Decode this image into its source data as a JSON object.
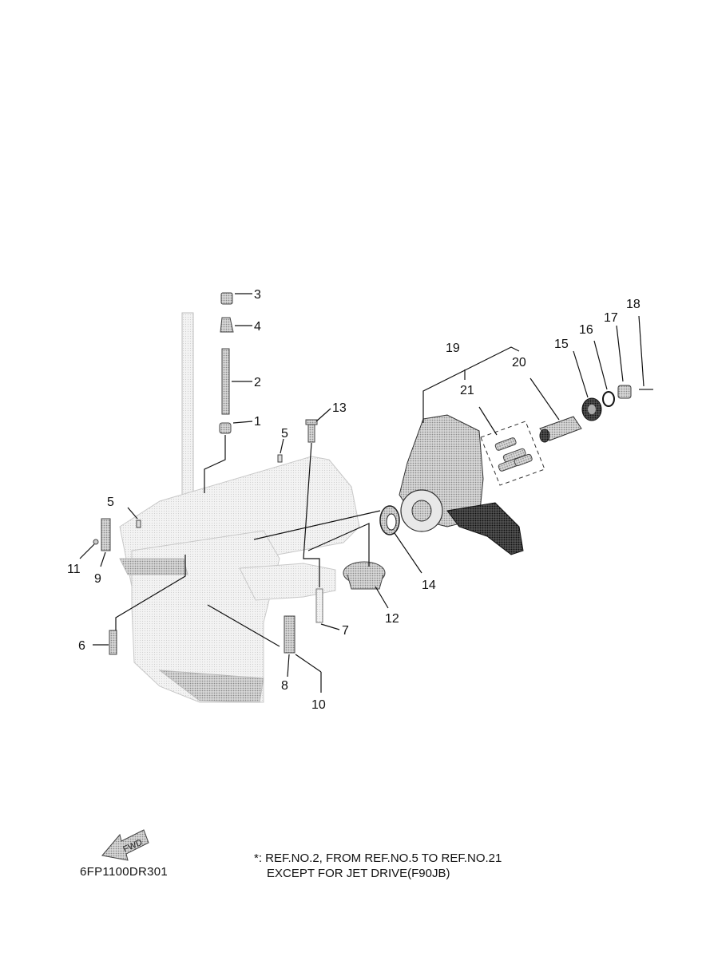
{
  "diagram": {
    "callouts": [
      {
        "id": "1",
        "text": "1"
      },
      {
        "id": "2",
        "text": "2"
      },
      {
        "id": "3",
        "text": "3"
      },
      {
        "id": "4",
        "text": "4"
      },
      {
        "id": "5a",
        "text": "5"
      },
      {
        "id": "5b",
        "text": "5"
      },
      {
        "id": "6",
        "text": "6"
      },
      {
        "id": "7",
        "text": "7"
      },
      {
        "id": "8",
        "text": "8"
      },
      {
        "id": "9",
        "text": "9"
      },
      {
        "id": "10",
        "text": "10"
      },
      {
        "id": "11",
        "text": "11"
      },
      {
        "id": "12",
        "text": "12"
      },
      {
        "id": "13",
        "text": "13"
      },
      {
        "id": "14",
        "text": "14"
      },
      {
        "id": "15",
        "text": "15"
      },
      {
        "id": "16",
        "text": "16"
      },
      {
        "id": "17",
        "text": "17"
      },
      {
        "id": "18",
        "text": "18"
      },
      {
        "id": "19",
        "text": "19"
      },
      {
        "id": "20",
        "text": "20"
      },
      {
        "id": "21",
        "text": "21"
      }
    ],
    "fwd_arrow_text": "FWD"
  },
  "footer": {
    "code": "6FP1100DR301",
    "note_line1": "*: REF.NO.2, FROM REF.NO.5 TO REF.NO.21",
    "note_line2": "EXCEPT FOR JET DRIVE(F90JB)"
  }
}
